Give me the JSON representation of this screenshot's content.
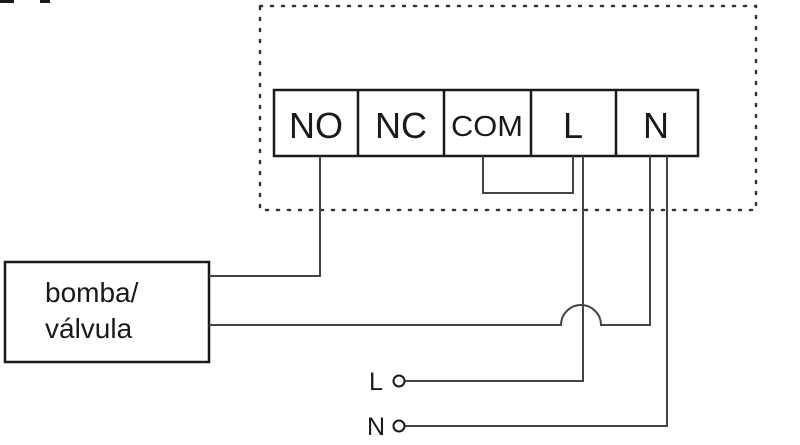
{
  "controller": {
    "terminals": [
      {
        "label": "NO"
      },
      {
        "label": "NC"
      },
      {
        "label": "COM"
      },
      {
        "label": "L"
      },
      {
        "label": "N"
      }
    ]
  },
  "device": {
    "label_line1": "bomba/",
    "label_line2": "válvula"
  },
  "supply": {
    "l_label": "L",
    "n_label": "N"
  },
  "colors": {
    "line": "#1a1a1a",
    "wire": "#444444",
    "dotted_border": "#333333"
  }
}
